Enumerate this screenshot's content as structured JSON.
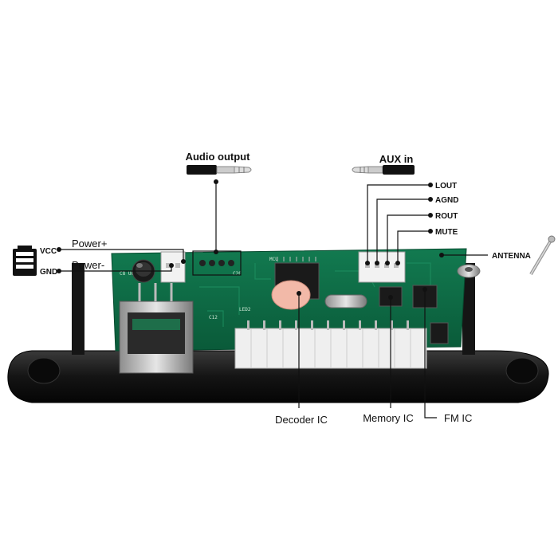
{
  "labels": {
    "audio_output": "Audio output",
    "aux_in": "AUX in",
    "lout": "LOUT",
    "agnd": "AGND",
    "rout": "ROUT",
    "mute": "MUTE",
    "antenna": "ANTENNA",
    "vcc": "VCC",
    "gnd": "GND",
    "power_plus": "Power+",
    "power_minus": "Power-",
    "decoder_ic": "Decoder IC",
    "memory_ic": "Memory IC",
    "fm_ic": "FM IC"
  },
  "colors": {
    "pcb": "#0f6b45",
    "bezel": "#1b1b1b",
    "connector": "#f0f0f0",
    "line": "#111111"
  }
}
